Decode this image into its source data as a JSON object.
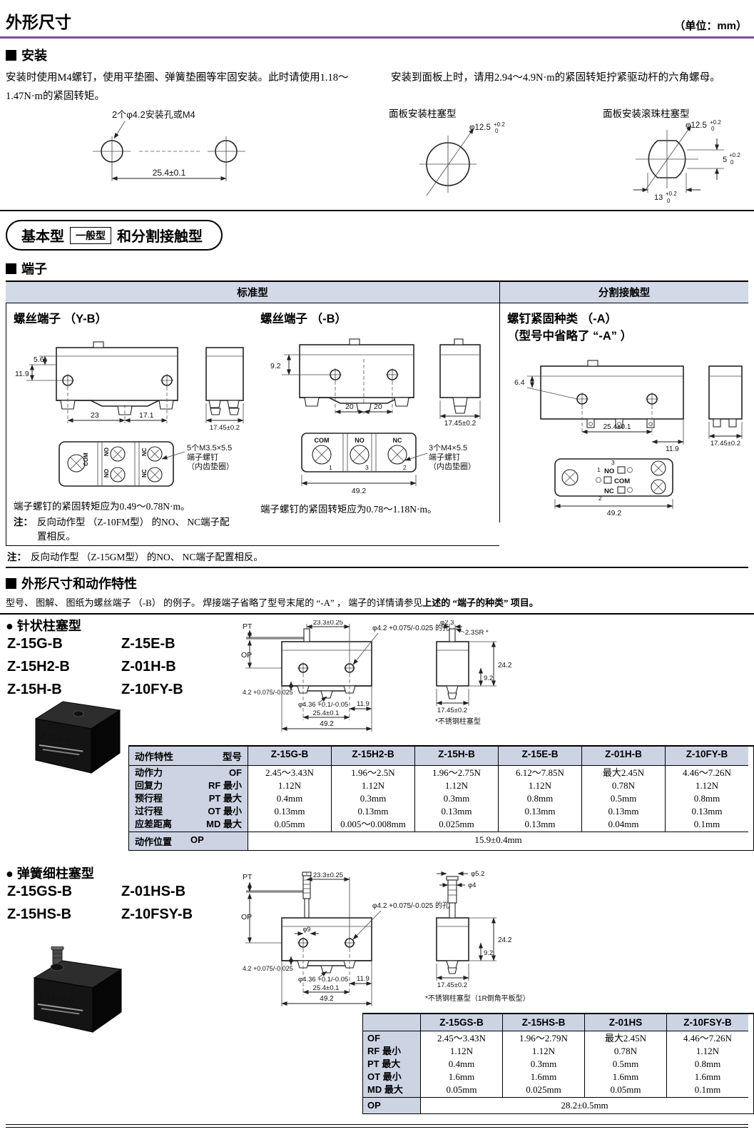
{
  "page": {
    "title": "外形尺寸",
    "unit": "（单位：mm）"
  },
  "install": {
    "heading": "安装",
    "para_left": "安装时使用M4螺钉，使用平垫圈、弹簧垫圈等牢固安装。此时请使用1.18～1.47N·m的紧固转矩。",
    "para_right": "安装到面板上时，请用2.94～4.9N·m的紧固转矩拧紧驱动杆的六角螺母。",
    "hole_label": "2个φ4.2安装孔或M4",
    "hole_pitch": "25.4±0.1",
    "panel_plunger": {
      "label": "面板安装柱塞型",
      "dia": "φ12.5",
      "up": "+0.2",
      "dn": "0"
    },
    "panel_ball": {
      "label": "面板安装滚珠柱塞型",
      "dia": "φ12.5",
      "up": "+0.2",
      "dn": "0",
      "flat": "5",
      "flat_up": "+0.2",
      "flat_dn": "0",
      "width": "13",
      "width_up": "+0.2",
      "width_dn": "0"
    }
  },
  "banner": {
    "part1": "基本型",
    "boxed": "一般型",
    "part2": "和分割接触型"
  },
  "terminals": {
    "heading": "端子",
    "col_std": "标准型",
    "col_split": "分割接触型",
    "std_b": {
      "title": "螺丝端子 （-B）",
      "dim_h": "9.2",
      "dim_p1": "20",
      "dim_p2": "20",
      "dim_side": "17.45±0.2",
      "dim_total": "49.2",
      "s_com": "COM",
      "s_no": "NO",
      "s_nc": "NC",
      "n1": "1",
      "n3": "3",
      "n2": "2",
      "leader1": "3个M4×5.5",
      "leader2": "端子螺钉",
      "leader3": "（内齿垫圈）",
      "torque": "端子螺钉的紧固转矩应为0.78～1.18N·m。"
    },
    "note_std": {
      "label": "注：",
      "text": "反向动作型 （Z-15GM型） 的NO、 NC端子配置相反。"
    },
    "screw_a": {
      "title1": "螺钉紧固种类 （-A）",
      "title2": "（型号中省略了 “-A” ）",
      "dim_h": "6.4",
      "dim_pitch": "25.4±0.1",
      "dim_off": "11.9",
      "dim_side": "17.45±0.2",
      "dim_total": "49.2",
      "l_n3": "3",
      "l_n1": "1",
      "l_no": "NO",
      "l_com": "COM",
      "l_nc": "NC",
      "l_n2": "2"
    },
    "y_b": {
      "title": "螺丝端子 （Y-B）",
      "dim_h1": "5.6",
      "dim_h2": "11.9",
      "dim_p1": "23",
      "dim_p2": "17.1",
      "dim_side": "17.45±0.2",
      "l_com": "COM",
      "l_no": "NO",
      "l_nc": "NC",
      "leader1": "5个M3.5×5.5",
      "leader2": "端子螺钉",
      "leader3": "（内齿垫圈）",
      "torque": "端子螺钉的紧固转矩应为0.49～0.78N·m。",
      "note_label": "注：",
      "note1": "反向动作型 （Z-10FM型） 的NO、 NC端子配",
      "note2": "置相反。"
    }
  },
  "char_section": {
    "heading": "外形尺寸和动作特性",
    "desc": "型号、 图解、 图纸为螺丝端子 （-B） 的例子。 焊接端子省略了型号末尾的 “-A” ， 端子的详情请参见",
    "desc_bold": "上述的 “端子的种类” 项目。"
  },
  "needle": {
    "heading": "针状柱塞型",
    "models": [
      "Z-15G-B",
      "Z-15E-B",
      "Z-15H2-B",
      "Z-01H-B",
      "Z-15H-B",
      "Z-10FY-B"
    ],
    "photo_label": "Z-15G-B",
    "drawing": {
      "pt": "PT",
      "op": "OP",
      "top": "23.3±0.25",
      "hole": "φ4.2 +0.075/-0.025 的孔",
      "left42": "4.2 +0.075/-0.025",
      "d436": "φ4.36 +0.1/-0.05",
      "pitch": "25.4±0.1",
      "off": "11.9",
      "total": "49.2",
      "d23": "φ2.3",
      "sr": "2.3SR *",
      "h242": "24.2",
      "h92": "9.2",
      "side": "17.45±0.2",
      "note": "*不锈钢柱塞型"
    },
    "table": {
      "header_left": "动作特性",
      "header_right": "型号",
      "models": [
        "Z-15G-B",
        "Z-15H2-B",
        "Z-15H-B",
        "Z-15E-B",
        "Z-01H-B",
        "Z-10FY-B"
      ],
      "row_labels": [
        [
          "动作力",
          "OF"
        ],
        [
          "回复力",
          "RF 最小"
        ],
        [
          "预行程",
          "PT 最大"
        ],
        [
          "过行程",
          "OT 最小"
        ],
        [
          "应差距离",
          "MD 最大"
        ]
      ],
      "values": [
        [
          "2.45～3.43N",
          "1.12N",
          "0.4mm",
          "0.13mm",
          "0.05mm"
        ],
        [
          "1.96～2.5N",
          "1.12N",
          "0.3mm",
          "0.13mm",
          "0.005～0.008mm"
        ],
        [
          "1.96～2.75N",
          "1.12N",
          "0.3mm",
          "0.13mm",
          "0.025mm"
        ],
        [
          "6.12～7.85N",
          "1.12N",
          "0.8mm",
          "0.13mm",
          "0.13mm"
        ],
        [
          "最大2.45N",
          "0.78N",
          "0.5mm",
          "0.13mm",
          "0.04mm"
        ],
        [
          "4.46～7.26N",
          "1.12N",
          "0.8mm",
          "0.13mm",
          "0.1mm"
        ]
      ],
      "op_label": [
        "动作位置",
        "OP"
      ],
      "op_value": "15.9±0.4mm"
    }
  },
  "spring": {
    "heading": "弹簧细柱塞型",
    "models": [
      "Z-15GS-B",
      "Z-01HS-B",
      "Z-15HS-B",
      "Z-10FSY-B"
    ],
    "photo_label": "Z-15GS-B",
    "drawing": {
      "pt": "PT",
      "op": "OP",
      "top": "23.3±0.25",
      "d9": "φ9",
      "hole": "φ4.2 +0.075/-0.025 的孔",
      "left42": "4.2 +0.075/-0.025",
      "d436": "φ4.36 +0.1/-0.05",
      "pitch": "25.4±0.1",
      "off": "11.9",
      "total": "49.2",
      "d52": "φ5.2",
      "d4": "φ4",
      "h242": "24.2",
      "h92": "9.2",
      "side": "17.45±0.2",
      "note": "*不锈钢柱塞型（1R倒角平板型）"
    },
    "table": {
      "models": [
        "Z-15GS-B",
        "Z-15HS-B",
        "Z-01HS",
        "Z-10FSY-B"
      ],
      "row_labels": [
        "OF",
        "RF 最小",
        "PT 最大",
        "OT 最小",
        "MD 最大"
      ],
      "values": [
        [
          "2.45～3.43N",
          "1.12N",
          "0.4mm",
          "1.6mm",
          "0.05mm"
        ],
        [
          "1.96～2.79N",
          "1.12N",
          "0.3mm",
          "1.6mm",
          "0.025mm"
        ],
        [
          "最大2.45N",
          "0.78N",
          "0.5mm",
          "1.6mm",
          "0.05mm"
        ],
        [
          "4.46～7.26N",
          "1.12N",
          "0.8mm",
          "1.6mm",
          "0.1mm"
        ]
      ],
      "op_label": "OP",
      "op_value": "28.2±0.5mm"
    }
  }
}
